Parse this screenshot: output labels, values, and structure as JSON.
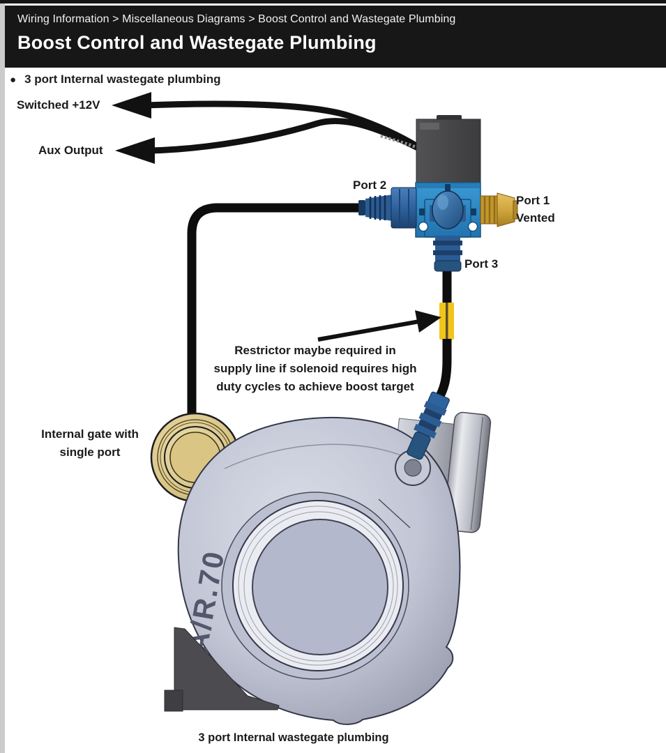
{
  "page": {
    "breadcrumb": "Wiring Information > Miscellaneous Diagrams > Boost Control and Wastegate Plumbing",
    "title": "Boost Control and Wastegate Plumbing",
    "bullet": "3 port Internal wastegate plumbing",
    "caption": "3 port Internal wastegate plumbing"
  },
  "diagram": {
    "labels": {
      "switched_12v": "Switched +12V",
      "aux_output": "Aux Output",
      "port2": "Port 2",
      "port1_line1": "Port 1",
      "port1_line2": "Vented",
      "port3": "Port 3",
      "restrictor_line1": "Restrictor maybe required in",
      "restrictor_line2": "supply line if solenoid requires high",
      "restrictor_line3": "duty cycles to achieve boost target",
      "internal_gate_line1": "Internal gate with",
      "internal_gate_line2": "single port",
      "turbo_marking": "A/R.70"
    },
    "colors": {
      "solenoid_body_gray": "#47474a",
      "valve_base_blue": "#2f8cc8",
      "fitting_blue": "#2b5c94",
      "brass_gold": "#d0a63e",
      "hose_black": "#0d0d0d",
      "restrictor_yellow": "#f2c41c",
      "wastegate_tan": "#dcca8e",
      "turbo_gray": "#c2c5d4"
    }
  }
}
